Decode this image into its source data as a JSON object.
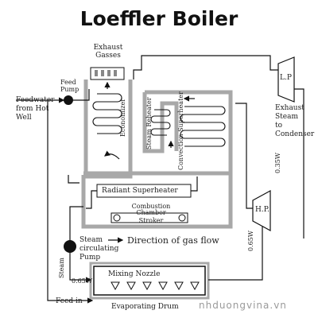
{
  "title": "Loeffler Boiler",
  "labels": {
    "exhaust_gasses": "Exhaust\nGasses",
    "feed_pump": "Feed\nPump",
    "feedwater": "Feedwater\nfrom Hot\nWell",
    "economizer": "Economizer",
    "steam_reheater": "Steam Reheater",
    "convection_superheater": "Convection Superheater",
    "lp": "L.P",
    "hp": "H.P.",
    "exhaust_steam": "Exhaust\nSteam\nto\nCondenser",
    "w035": "0.35W",
    "radiant_superheater": "Radiant Superheater",
    "combustion_chamber": "Combustion\nChamber",
    "stroker": "Stroker",
    "steam_circulating_pump": "Steam\ncirculating\nPump",
    "direction_gas_flow": "Direction of gas flow",
    "w065_right": "0.65W",
    "steam": "Steam",
    "w065_left": "0.65W",
    "mixing_nozzle": "Mixing Nozzle",
    "feed_in": "Feed in",
    "evaporating_drum": "Evaporating Drum"
  },
  "watermark": "nhduongvina.vn"
}
